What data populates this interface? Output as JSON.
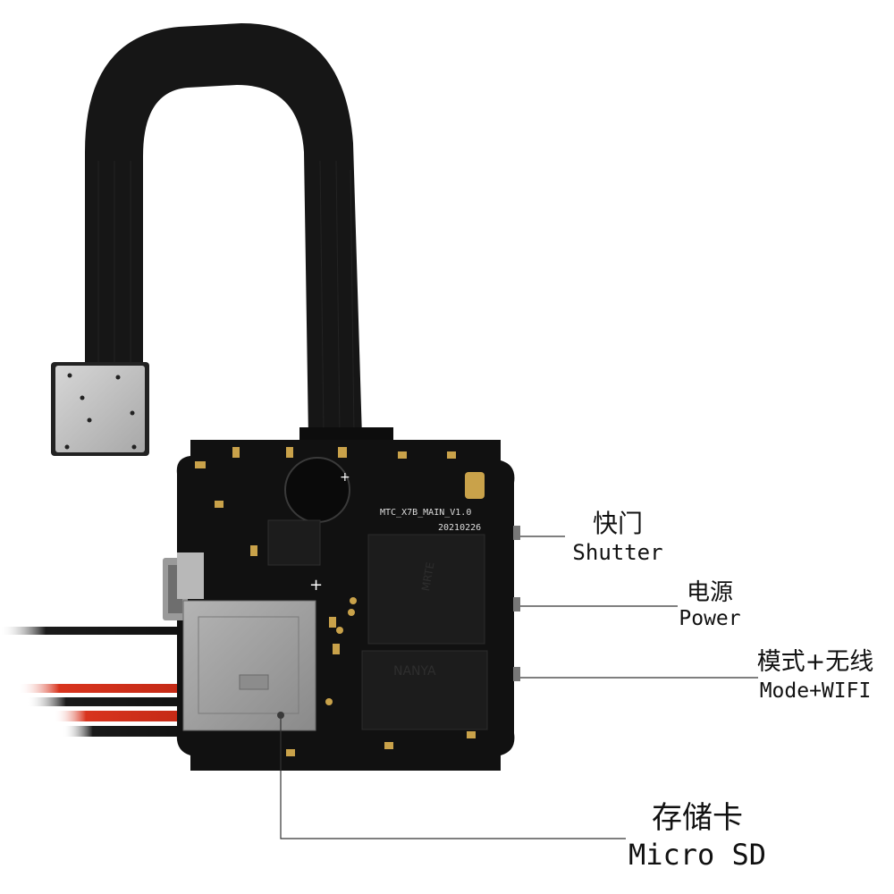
{
  "board": {
    "silkscreen_model": "MTC_X7B_MAIN_V1.0",
    "silkscreen_date": "20210226",
    "plus_mark": "+"
  },
  "callouts": {
    "shutter": {
      "zh": "快门",
      "en": "Shutter"
    },
    "power": {
      "zh": "电源",
      "en": "Power"
    },
    "mode": {
      "zh": "模式+无线",
      "en": "Mode+WIFI"
    },
    "sd": {
      "zh": "存储卡",
      "en": "Micro SD"
    }
  },
  "colors": {
    "pcb": "#111111",
    "ribbon": "#161616",
    "wire_black": "#1a1a1a",
    "wire_red": "#d8341e",
    "chip": "#1c1c1c",
    "sd_slot": "#9a9a9a",
    "leader_line": "#333333"
  }
}
